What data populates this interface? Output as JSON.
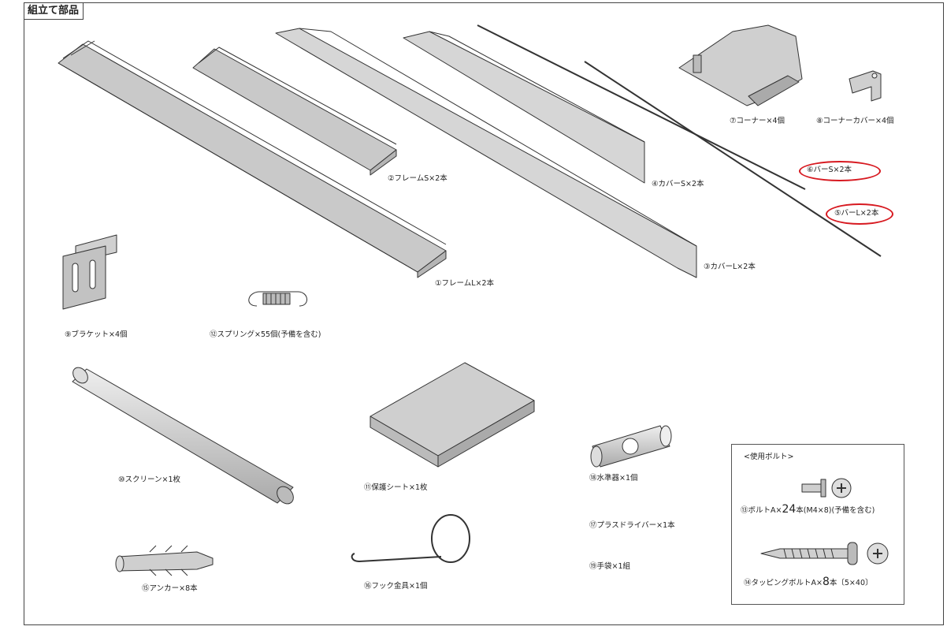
{
  "title": "組立て部品",
  "parts": {
    "p1": "①フレームL×2本",
    "p2": "②フレームS×2本",
    "p3": "③カバーL×2本",
    "p4": "④カバーS×2本",
    "p5": "⑤バーL×2本",
    "p6": "⑥バーS×2本",
    "p7": "⑦コーナー×4個",
    "p8": "⑧コーナーカバー×4個",
    "p9": "⑨ブラケット×4個",
    "p10": "⑩スクリーン×1枚",
    "p11": "⑪保護シート×1枚",
    "p12": "⑫スプリング×55個(予備を含む)",
    "p15": "⑮アンカー×8本",
    "p16": "⑯フック金具×1個",
    "p17": "⑰プラスドライバー×1本",
    "p18": "⑱水準器×1個",
    "p19": "⑲手袋×1組"
  },
  "bolts": {
    "heading": "<使用ボルト>",
    "b13_pre": "⑬ボルトA×",
    "b13_num": "24",
    "b13_post": "本(M4×8)(予備を含む)",
    "b14_pre": "⑭タッピングボルトA×",
    "b14_num": "8",
    "b14_post": "本〔5×40〕"
  },
  "colors": {
    "part_fill": "#cfcfcf",
    "outline": "#333333",
    "highlight": "#d71920"
  }
}
